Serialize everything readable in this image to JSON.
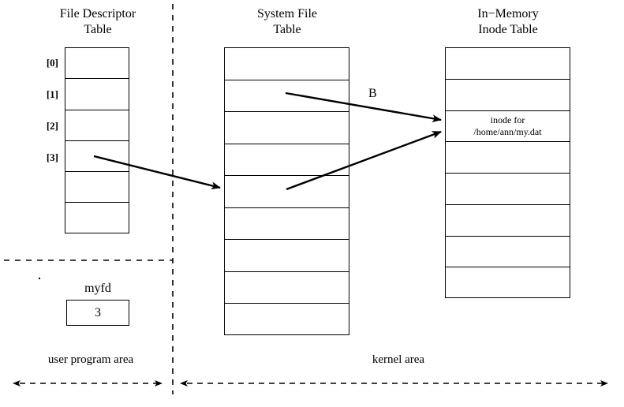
{
  "figure": {
    "background": "#ffffff",
    "line_color": "#000000"
  },
  "tables": {
    "fd_table": {
      "title": "File Descriptor\nTable",
      "row_labels": [
        "[0]",
        "[1]",
        "[2]",
        "[3]"
      ],
      "row_count": 6,
      "cells": [
        "",
        "",
        "",
        "",
        "",
        ""
      ]
    },
    "system_file_table": {
      "title": "System File\nTable",
      "row_count": 9,
      "cells": [
        "",
        "",
        "",
        "",
        "",
        "",
        "",
        "",
        ""
      ]
    },
    "inode_table": {
      "title": "In−Memory\nInode Table",
      "row_count": 8,
      "cells": [
        "",
        "",
        "inode for\n/home/ann/my.dat",
        "",
        "",
        "",
        "",
        ""
      ]
    }
  },
  "variable": {
    "name": "myfd",
    "value": "3"
  },
  "arrows": {
    "fd_to_sft_label": "",
    "sft_to_inode_label": "B",
    "lower_to_inode_label": ""
  },
  "areas": {
    "user": "user program area",
    "kernel": "kernel area"
  }
}
